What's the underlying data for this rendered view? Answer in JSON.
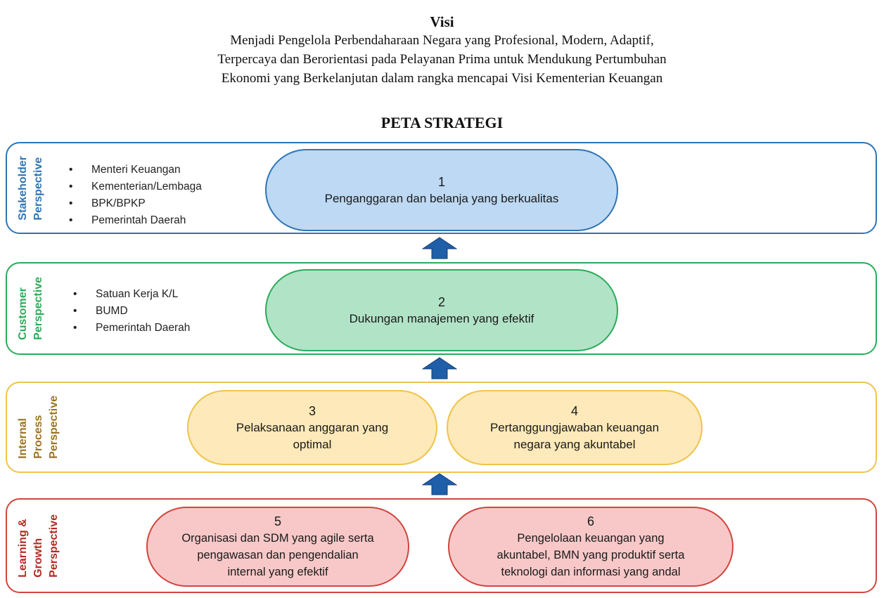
{
  "visi": {
    "title": "Visi",
    "lines": [
      "Menjadi Pengelola Perbendaharaan Negara yang Profesional, Modern, Adaptif,",
      "Terpercaya dan Berorientasi pada Pelayanan Prima untuk Mendukung Pertumbuhan",
      "Ekonomi yang Berkelanjutan dalam rangka mencapai Visi Kementerian Keuangan"
    ]
  },
  "map_title": "PETA STRATEGI",
  "colors": {
    "stakeholder": "#2e75b6",
    "customer": "#2bab5a",
    "internal_process": "#efc44a",
    "learning_growth": "#d0463e",
    "arrow": "#1f5ea8"
  },
  "perspectives": [
    {
      "label_lines": [
        "Stakeholder",
        "Perspective"
      ],
      "bullets": [
        "Menteri Keuangan",
        "Kementerian/Lembaga",
        "BPK/BPKP",
        "Pemerintah Daerah"
      ],
      "objectives": [
        {
          "number": "1",
          "text": "Penganggaran dan belanja yang berkualitas"
        }
      ]
    },
    {
      "label_lines": [
        "Customer",
        "Perspective"
      ],
      "bullets": [
        "Satuan Kerja K/L",
        "BUMD",
        "Pemerintah Daerah"
      ],
      "objectives": [
        {
          "number": "2",
          "text": "Dukungan manajemen yang efektif"
        }
      ]
    },
    {
      "label_lines": [
        "Internal",
        "Process",
        "Perspective"
      ],
      "bullets": [],
      "objectives": [
        {
          "number": "3",
          "text_lines": [
            "Pelaksanaan anggaran yang",
            "optimal"
          ]
        },
        {
          "number": "4",
          "text_lines": [
            "Pertanggungjawaban keuangan",
            "negara yang akuntabel"
          ]
        }
      ]
    },
    {
      "label_lines": [
        "Learning &",
        "Growth",
        "Perspective"
      ],
      "bullets": [],
      "objectives": [
        {
          "number": "5",
          "text_lines": [
            "Organisasi dan SDM yang agile serta",
            "pengawasan dan pengendalian",
            "internal yang efektif"
          ]
        },
        {
          "number": "6",
          "text_lines": [
            "Pengelolaan keuangan yang",
            "akuntabel, BMN yang produktif serta",
            "teknologi dan informasi yang andal"
          ]
        }
      ]
    }
  ],
  "arrows": [
    "arrow-up-icon",
    "arrow-up-icon",
    "arrow-up-icon"
  ]
}
